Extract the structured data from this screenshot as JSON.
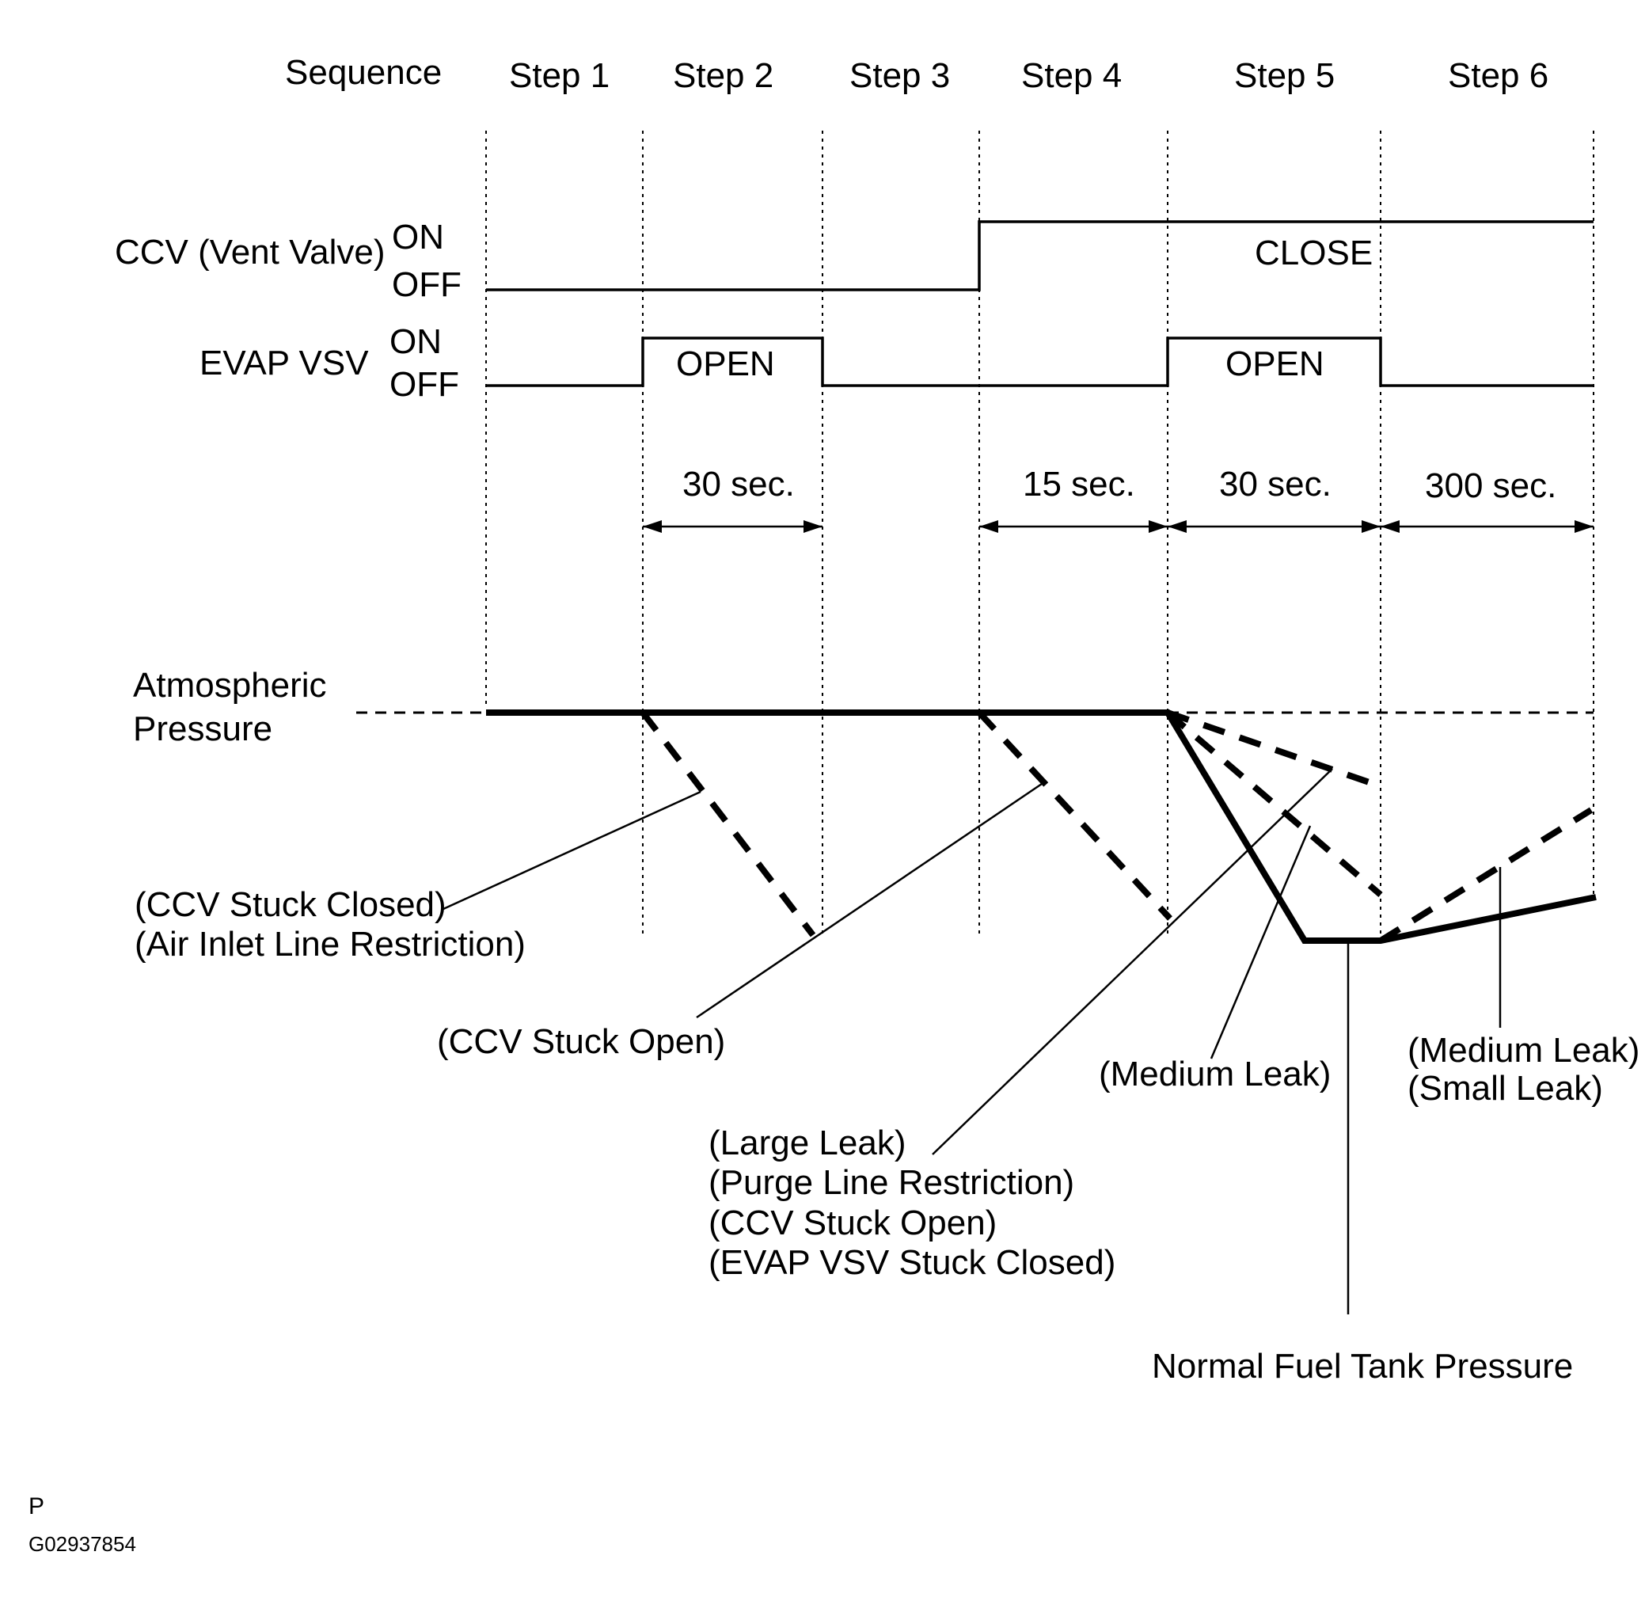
{
  "sequence_label": "Sequence",
  "steps": [
    "Step 1",
    "Step 2",
    "Step 3",
    "Step 4",
    "Step 5",
    "Step 6"
  ],
  "ccv": {
    "name": "CCV (Vent Valve)",
    "on": "ON",
    "off": "OFF",
    "state_label": "CLOSE"
  },
  "evap": {
    "name": "EVAP VSV",
    "on": "ON",
    "off": "OFF",
    "open_label_1": "OPEN",
    "open_label_2": "OPEN"
  },
  "durations": [
    "30 sec.",
    "15 sec.",
    "30 sec.",
    "300 sec."
  ],
  "pressure": {
    "atmospheric_line1": "Atmospheric",
    "atmospheric_line2": "Pressure"
  },
  "annotations": {
    "ccv_stuck_closed": [
      "(CCV Stuck Closed)",
      "(Air Inlet Line Restriction)"
    ],
    "ccv_stuck_open": "(CCV Stuck Open)",
    "large_leak": [
      "(Large Leak)",
      "(Purge Line Restriction)",
      "(CCV Stuck Open)",
      "(EVAP VSV Stuck Closed)"
    ],
    "medium_leak_step5": "(Medium Leak)",
    "medium_small_leak": [
      "(Medium Leak)",
      "(Small Leak)"
    ],
    "normal_pressure": "Normal Fuel Tank Pressure"
  },
  "footer": {
    "mark": "P",
    "code": "G02937854"
  }
}
